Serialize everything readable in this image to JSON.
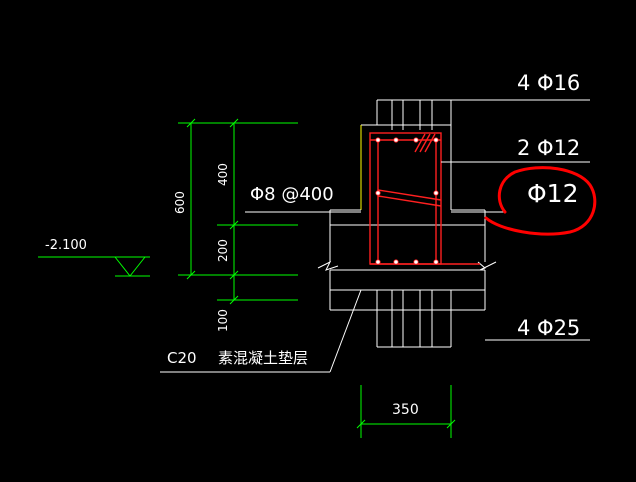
{
  "labels": {
    "rebar_top": "4 Φ16",
    "rebar_mid": "2 Φ12",
    "rebar_circled": "Φ12",
    "stirrup": "Φ8 @400",
    "rebar_bottom": "4 Φ25",
    "elevation": "-2.100",
    "dim_total": "600",
    "dim_upper": "400",
    "dim_lower": "200",
    "dim_pad": "100",
    "dim_width": "350",
    "concrete_grade": "C20",
    "concrete_desc": "素混凝土垫层"
  },
  "colors": {
    "background": "#000000",
    "outline": "#ffffff",
    "dimension": "#00ff00",
    "rebar": "#ff2020",
    "column_edge": "#ffff00",
    "annotation": "#ff0000"
  }
}
